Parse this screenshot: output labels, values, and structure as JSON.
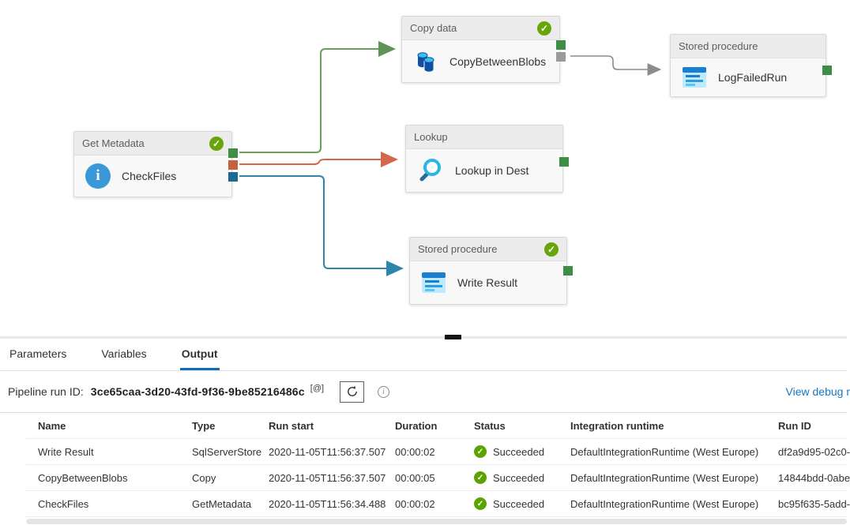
{
  "canvas": {
    "nodes": [
      {
        "type_label": "Get Metadata",
        "name": "CheckFiles",
        "succeeded": true,
        "icon": "info-icon"
      },
      {
        "type_label": "Copy data",
        "name": "CopyBetweenBlobs",
        "succeeded": true,
        "icon": "copy-data-icon"
      },
      {
        "type_label": "Lookup",
        "name": "Lookup in Dest",
        "succeeded": false,
        "icon": "lookup-magnifier-icon"
      },
      {
        "type_label": "Stored procedure",
        "name": "LogFailedRun",
        "succeeded": false,
        "icon": "stored-procedure-icon"
      },
      {
        "type_label": "Stored procedure",
        "name": "Write Result",
        "succeeded": true,
        "icon": "stored-procedure-icon"
      }
    ],
    "check_badge_color": "#67a50b",
    "connector_colors": {
      "success": "#6b9e5e",
      "failure": "#d4684a",
      "completion": "#2e85ac",
      "skipped": "#8c8c8c"
    },
    "port_colors": {
      "success": "#3f8e45",
      "failure": "#c75f41",
      "completion": "#1a6a92",
      "skipped": "#9b9b9b"
    }
  },
  "panel": {
    "tabs": [
      {
        "label": "Parameters"
      },
      {
        "label": "Variables"
      },
      {
        "label": "Output"
      }
    ],
    "active_tab": "Output",
    "active_tab_underline_color": "#0f6cbd",
    "run_id_label": "Pipeline run ID:",
    "run_id": "3ce65caa-3d20-43fd-9f36-9be85216486c",
    "dynamic_content_badge": "[@]",
    "view_debug_link": "View debug r",
    "link_color": "#1579c4",
    "table": {
      "headers": [
        "Name",
        "Type",
        "Run start",
        "Duration",
        "Status",
        "Integration runtime",
        "Run ID"
      ],
      "status_color": "#5ba300",
      "rows": [
        {
          "name": "Write Result",
          "type": "SqlServerStore",
          "run_start": "2020-11-05T11:56:37.507",
          "duration": "00:00:02",
          "status": "Succeeded",
          "integration_runtime": "DefaultIntegrationRuntime (West Europe)",
          "run_id": "df2a9d95-02c0-"
        },
        {
          "name": "CopyBetweenBlobs",
          "type": "Copy",
          "run_start": "2020-11-05T11:56:37.507",
          "duration": "00:00:05",
          "status": "Succeeded",
          "integration_runtime": "DefaultIntegrationRuntime (West Europe)",
          "run_id": "14844bdd-0abe"
        },
        {
          "name": "CheckFiles",
          "type": "GetMetadata",
          "run_start": "2020-11-05T11:56:34.488",
          "duration": "00:00:02",
          "status": "Succeeded",
          "integration_runtime": "DefaultIntegrationRuntime (West Europe)",
          "run_id": "bc95f635-5add-"
        }
      ]
    }
  }
}
